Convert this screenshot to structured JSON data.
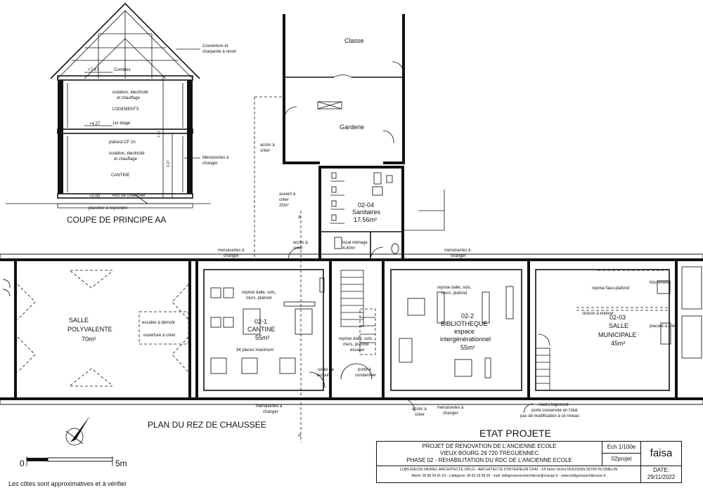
{
  "section": {
    "title": "COUPE DE PRINCIPE AA",
    "levels": {
      "top": "+7.47",
      "mid": "+4.27",
      "ground": "+0.00"
    },
    "labels": {
      "combles": "Combles",
      "isolation1": "isolation, électricité",
      "isolation1b": "et chauffage",
      "logements": "LOGEMENTS",
      "etage": "1er étage",
      "plafond": "plafond CF 1h",
      "isolation2": "isolation, électricité",
      "isolation2b": "et chauffage",
      "cantine": "CANTINE",
      "rdc": "Rez de chaussée",
      "plancher": "plancher à reprendre",
      "couverture1": "Couverture et",
      "couverture2": "charpente à revoir",
      "menuiseries1": "Menuiseries à",
      "menuiseries2": "changer",
      "dim1": "7.47",
      "dim2": "4.27"
    }
  },
  "plan": {
    "title": "PLAN DU REZ DE CHAUSSEE",
    "rooms": {
      "classe": "Classe",
      "garderie": "Garderie",
      "sanitaires_code": "02-04",
      "sanitaires_name": "Sanitaires",
      "sanitaires_area": "17.56m²",
      "local_menage": "local ménage",
      "local_area": "4.40m²",
      "salle_poly_1": "SALLE",
      "salle_poly_2": "POLYVALENTE",
      "salle_poly_area": "70m²",
      "cantine_code": "02-1",
      "cantine_name": "CANTINE",
      "cantine_area": "55m²",
      "cantine_places": "34 places maximum",
      "biblio_code": "02-2",
      "biblio_name": "BIBLIOTHEQUE",
      "biblio_sub1": "espace",
      "biblio_sub2": "intergénérationnel",
      "biblio_area": "55m²",
      "municipale_code": "02-03",
      "municipale_1": "SALLE",
      "municipale_2": "MUNICIPALE",
      "municipale_area": "45m²"
    },
    "notes": {
      "acces_creer_1a": "accès à",
      "acces_creer_1b": "créer",
      "auvent_1": "auvent à",
      "auvent_2": "créer",
      "auvent_3": "25m²",
      "acces_creer_2a": "accès à",
      "acces_creer_2b": "créer",
      "menuis_l1": "menuiseries à",
      "menuis_l2": "changer",
      "menuis_r1": "menuiseries à",
      "menuis_r2": "changer",
      "reprise_cantine_1": "reprise dalle, sols,",
      "reprise_cantine_2": "murs, plafond",
      "escalier": "escalier à démolir",
      "ouverture": "ouverture à créer",
      "reprise_couloir_1": "reprise dalle, sols,",
      "reprise_couloir_2": "murs, plafond",
      "reprise_couloir_3": "escalier",
      "sortie_1": "sortie de",
      "sortie_2": "secours",
      "porte_1": "porte à",
      "porte_2": "condamner",
      "reprise_biblio_1": "reprise dalle, sols,",
      "reprise_biblio_2": "murs, plafond",
      "faux_plafond": "reprise faux-plafond",
      "kitchenette": "Kitchenette",
      "cloison": "cloison à enlever",
      "placard": "placard à créer",
      "menuis_b1_1": "menuiseries à",
      "menuis_b1_2": "changer",
      "acces_b_1": "accès à",
      "acces_b_2": "créer",
      "menuis_b2_1": "menuiseries à",
      "menuis_b2_2": "changer",
      "logement_1": "Accès logement",
      "logement_2": "porte conservée en l'état",
      "logement_3": "pas de modification à ce niveau",
      "section_mark": "A"
    }
  },
  "scale": {
    "zero": "0",
    "five": "5m"
  },
  "disclaimer": "Les côtes sont approximatives et à vérifier",
  "heading": "ETAT PROJETE",
  "title_block": {
    "line1": "PROJET DE RENOVATION DE L'ANCIENNE ECOLE",
    "line2": "VIEUX BOURG 29 720 TREGUENNEC",
    "line3": "PHASE 02 - REHABILITATION DU RDC DE L'ANCIENNE ECOLE",
    "scale": "Ech 1/100e",
    "code": "02projet",
    "brand": "faisa",
    "architects": "LOBLIGEOIS MOREL ARCHITECTE DPLG - ARCHITECTE D'INTERIEUR CFAI - 14 henri Victor ROUSSIN 29700 PLOMELIN",
    "contact": "Morel: 06 80 94 91 03 - Lobligeois: 06 60 19 68 28 - mail: lobligeoismorelarchitecte@orange.fr - www.lobligeoisarchitecture.fr",
    "date_label": "DATE:",
    "date": "29/11/2022"
  }
}
